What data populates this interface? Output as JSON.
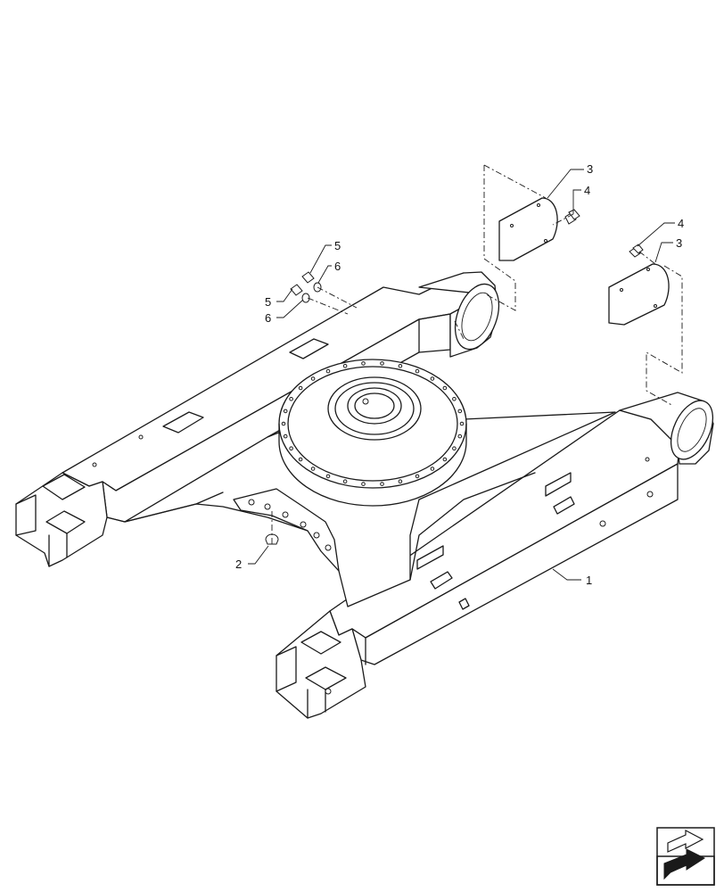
{
  "callouts": [
    {
      "id": "1",
      "label": "1"
    },
    {
      "id": "2",
      "label": "2"
    },
    {
      "id": "3a",
      "label": "3"
    },
    {
      "id": "3b",
      "label": "3"
    },
    {
      "id": "4a",
      "label": "4"
    },
    {
      "id": "4b",
      "label": "4"
    },
    {
      "id": "5a",
      "label": "5"
    },
    {
      "id": "5b",
      "label": "5"
    },
    {
      "id": "6a",
      "label": "6"
    },
    {
      "id": "6b",
      "label": "6"
    }
  ],
  "nav": {
    "icon": "next-page-arrow-icon"
  }
}
